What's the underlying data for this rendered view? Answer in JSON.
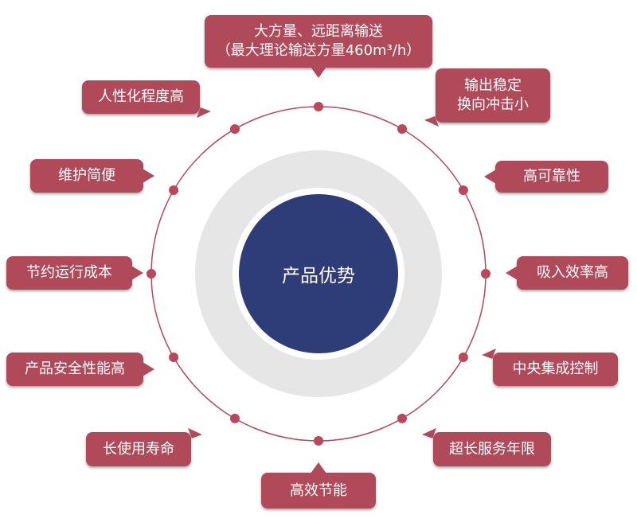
{
  "center": {
    "label": "产品优势"
  },
  "colors": {
    "callout": "#b04a5a",
    "ring": "#b8485a",
    "center_circle": "#2e3d78",
    "halo": "#e6e6e6"
  },
  "advantages": [
    {
      "line1": "大方量、远距离输送",
      "line2": "（最大理论输送方量460m³/h）"
    },
    {
      "line1": "输出稳定",
      "line2": "换向冲击小"
    },
    {
      "line1": "高可靠性"
    },
    {
      "line1": "吸入效率高"
    },
    {
      "line1": "中央集成控制"
    },
    {
      "line1": "超长服务年限"
    },
    {
      "line1": "高效节能"
    },
    {
      "line1": "长使用寿命"
    },
    {
      "line1": "产品安全性能高"
    },
    {
      "line1": "节约运行成本"
    },
    {
      "line1": "维护简便"
    },
    {
      "line1": "人性化程度高"
    }
  ]
}
